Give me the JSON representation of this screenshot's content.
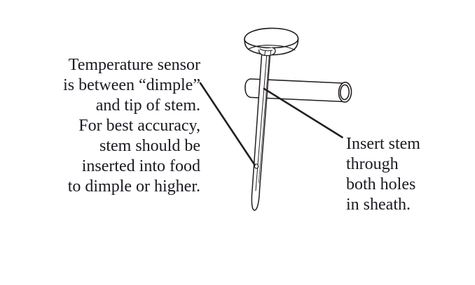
{
  "figure": {
    "title": "Thermometer stem and sheath diagram",
    "background_color": "#ffffff",
    "line_color": "#231f20",
    "text_color": "#1a1a22",
    "parts": {
      "dial_head": "dial-head",
      "stem": "probe-stem",
      "dimple": "dimple-mark",
      "tip": "stem-tip",
      "sheath": "sheath-tube",
      "sheath_opening": "sheath-open-end",
      "leader_line_left": "leader-line-to-dimple",
      "leader_line_right": "leader-line-to-sheath"
    }
  },
  "callouts": {
    "left": {
      "id": "temperature-sensor-note",
      "text": "Temperature sensor\nis between “dimple”\nand tip of stem.\nFor best accuracy,\nstem should be\ninserted into food\nto dimple or higher.",
      "align": "right",
      "lines": [
        "Temperature sensor",
        "is between “dimple”",
        "and tip of stem.",
        "For best accuracy,",
        "stem should be",
        "inserted into food",
        "to dimple or higher."
      ]
    },
    "right": {
      "id": "insert-stem-note",
      "text": "Insert stem\nthrough\nboth holes\nin sheath.",
      "align": "left",
      "lines": [
        "Insert stem",
        "through",
        "both holes",
        "in sheath."
      ]
    }
  }
}
